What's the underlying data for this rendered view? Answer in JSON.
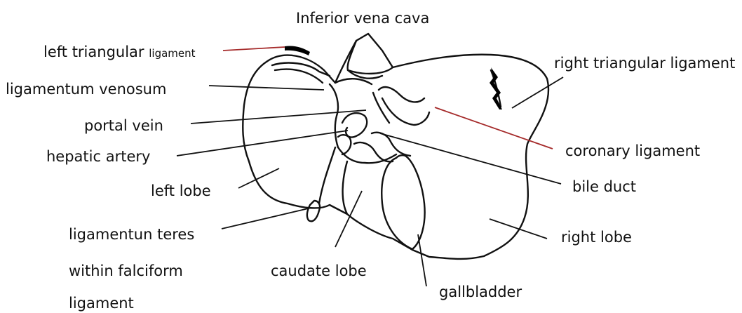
{
  "colors": {
    "outline": "#111111",
    "leader": "#111111",
    "leader_red": "#a52a2a",
    "ligament_mark": "#000000",
    "background": "#ffffff"
  },
  "labels": {
    "inferior_vena_cava": "Inferior vena cava",
    "left_triangular_main": "left triangular",
    "left_triangular_small": "ligament",
    "right_triangular": "right triangular ligament",
    "ligamentum_venosum": "ligamentum venosum",
    "portal_vein": "portal vein",
    "hepatic_artery": "hepatic artery",
    "coronary_ligament": "coronary ligament",
    "bile_duct": "bile duct",
    "left_lobe": "left lobe",
    "right_lobe": "right lobe",
    "ligamentun_teres_1": "ligamentun teres",
    "ligamentun_teres_2": "within falciform",
    "ligamentun_teres_3": "ligament",
    "caudate_lobe": "caudate lobe",
    "gallbladder": "gallbladder"
  }
}
